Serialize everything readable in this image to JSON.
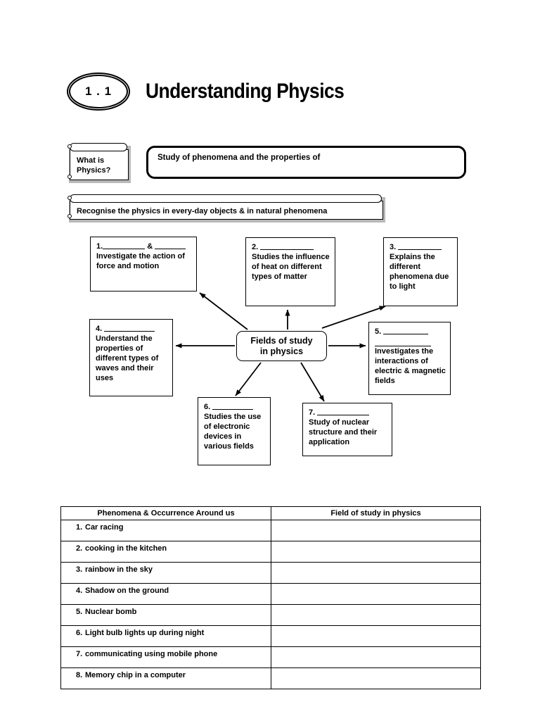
{
  "header": {
    "section_number": "1 . 1",
    "title": "Understanding Physics"
  },
  "notes": {
    "what_is_physics": "What is\nPhysics?",
    "what_is_physics_line1": "What is",
    "what_is_physics_line2": "Physics?",
    "recognise": "Recognise the physics in every-day objects & in natural phenomena"
  },
  "definition": {
    "prefix": "Study of",
    "middle": "phenomena and the properties of",
    "full_text": "Study of ___________ phenomena and the properties of ___________"
  },
  "concept_map": {
    "center_line1": "Fields of study",
    "center_line2": "in physics",
    "boxes": [
      {
        "number": "1.",
        "blank_suffix": "&",
        "body": "Investigate the action of force and motion"
      },
      {
        "number": "2.",
        "body": "Studies  the influence of heat on different types of matter"
      },
      {
        "number": "3.",
        "body": "Explains the different phenomena due to light"
      },
      {
        "number": "4.",
        "body": "Understand the properties of different types of waves and their uses"
      },
      {
        "number": "5.",
        "body": "Investigates the interactions of electric & magnetic fields"
      },
      {
        "number": "6.",
        "body": "Studies the use of electronic devices in various fields"
      },
      {
        "number": "7.",
        "body": "Study of nuclear structure and their application"
      }
    ]
  },
  "table": {
    "headers": [
      "Phenomena & Occurrence Around us",
      "Field of study in physics"
    ],
    "rows": [
      {
        "num": "1.",
        "item": "Car racing",
        "answer": ""
      },
      {
        "num": "2.",
        "item": "cooking in the kitchen",
        "answer": ""
      },
      {
        "num": "3.",
        "item": "rainbow in the sky",
        "answer": ""
      },
      {
        "num": "4.",
        "item": "Shadow on the ground",
        "answer": ""
      },
      {
        "num": "5.",
        "item": "Nuclear bomb",
        "answer": ""
      },
      {
        "num": "6.",
        "item": "Light bulb lights up during night",
        "answer": ""
      },
      {
        "num": "7.",
        "item": "communicating using mobile phone",
        "answer": ""
      },
      {
        "num": "8.",
        "item": "Memory chip in a computer",
        "answer": ""
      }
    ]
  },
  "colors": {
    "ink": "#000000",
    "paper": "#ffffff",
    "shadow": "#b9b9b9"
  }
}
